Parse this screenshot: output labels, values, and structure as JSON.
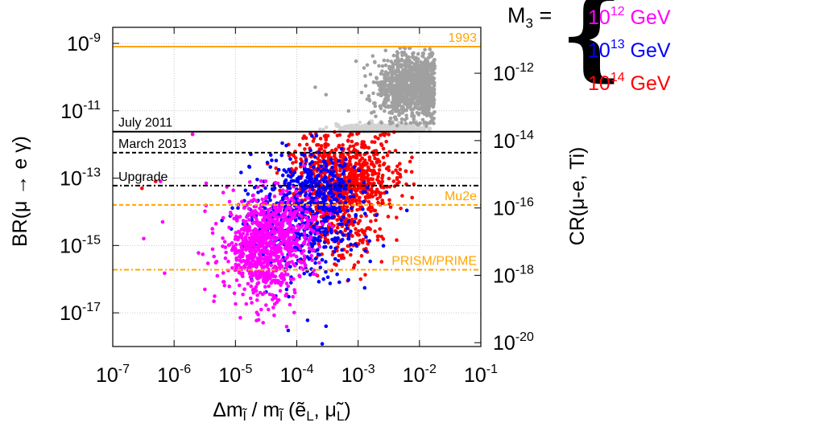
{
  "chart_data": {
    "type": "scatter",
    "xlabel": "Δm_l̃ / m_l̃ (ẽ_L, μ̃_L)",
    "ylabel": "BR(μ → e γ)",
    "ylabel_right": "CR(μ-e, Ti)",
    "x_scale": "log",
    "y_scale": "log",
    "xlim": [
      1e-07,
      0.1
    ],
    "ylim": [
      1e-18,
      3e-09
    ],
    "grid": true,
    "x_ticks": [
      {
        "base": "10",
        "exp": "-7",
        "value": 1e-07
      },
      {
        "base": "10",
        "exp": "-6",
        "value": 1e-06
      },
      {
        "base": "10",
        "exp": "-5",
        "value": 1e-05
      },
      {
        "base": "10",
        "exp": "-4",
        "value": 0.0001
      },
      {
        "base": "10",
        "exp": "-3",
        "value": 0.001
      },
      {
        "base": "10",
        "exp": "-2",
        "value": 0.01
      },
      {
        "base": "10",
        "exp": "-1",
        "value": 0.1
      }
    ],
    "y_ticks": [
      {
        "base": "10",
        "exp": "-9",
        "value": 1e-09
      },
      {
        "base": "10",
        "exp": "-11",
        "value": 1e-11
      },
      {
        "base": "10",
        "exp": "-13",
        "value": 1e-13
      },
      {
        "base": "10",
        "exp": "-15",
        "value": 1e-15
      },
      {
        "base": "10",
        "exp": "-17",
        "value": 1e-17
      }
    ],
    "y_ticks_right": [
      {
        "base": "10",
        "exp": "-12",
        "br_value": 1.3e-10
      },
      {
        "base": "10",
        "exp": "-14",
        "br_value": 1.3e-12
      },
      {
        "base": "10",
        "exp": "-16",
        "br_value": 1.3e-14
      },
      {
        "base": "10",
        "exp": "-18",
        "br_value": 1.3e-16
      },
      {
        "base": "10",
        "exp": "-20",
        "br_value": 1.3e-18
      }
    ],
    "reference_lines": [
      {
        "label": "1993",
        "y": 8e-10,
        "color": "#ffa500",
        "style": "solid",
        "label_side": "right"
      },
      {
        "label": "July 2011",
        "y": 2.4e-12,
        "color": "#000000",
        "style": "solid",
        "label_side": "left"
      },
      {
        "label": "March 2013",
        "y": 5.7e-13,
        "color": "#000000",
        "style": "dashed",
        "label_side": "left"
      },
      {
        "label": "Upgrade",
        "y": 6e-14,
        "color": "#000000",
        "style": "dashdot",
        "label_side": "left"
      },
      {
        "label": "Mu2e",
        "y": 1.6e-14,
        "color": "#ffa500",
        "style": "dashed",
        "label_side": "right"
      },
      {
        "label": "PRISM/PRIME",
        "y": 1.9e-16,
        "color": "#ffa500",
        "style": "dashdot",
        "label_side": "right"
      }
    ],
    "legend": {
      "prefix": "M",
      "prefix_sub": "3",
      "prefix_suffix": " =",
      "placement": "top-right",
      "entries": [
        {
          "base": "10",
          "exp": "12",
          "unit": " GeV",
          "color": "#ff00ff"
        },
        {
          "base": "10",
          "exp": "13",
          "unit": " GeV",
          "color": "#0000ff"
        },
        {
          "base": "10",
          "exp": "14",
          "unit": " GeV",
          "color": "#ff0000"
        }
      ]
    },
    "series": [
      {
        "color": "#ff00ff",
        "count": 900,
        "clusters": [
          {
            "logx": -4.55,
            "logy": -15.2,
            "sx": 0.32,
            "sy": 0.75,
            "w": 0.75
          },
          {
            "logx": -4.2,
            "logy": -14.3,
            "sx": 0.3,
            "sy": 0.5,
            "w": 0.25
          }
        ],
        "outliers": [
          [
            3.2e-07,
            1.6e-15
          ],
          [
            6.5e-07,
            5e-15
          ],
          [
            2.5e-06,
            6e-16
          ],
          [
            8e-06,
            2e-14
          ],
          [
            2e-06,
            2e-12
          ],
          [
            6e-07,
            8e-14
          ],
          [
            7e-07,
            1.5e-16
          ]
        ]
      },
      {
        "color": "#0000ff",
        "count": 700,
        "clusters": [
          {
            "logx": -3.9,
            "logy": -14.2,
            "sx": 0.45,
            "sy": 0.85,
            "w": 0.8
          },
          {
            "logx": -3.6,
            "logy": -13.1,
            "sx": 0.3,
            "sy": 0.5,
            "w": 0.2
          }
        ],
        "outliers": [
          [
            1.1e-05,
            1.3e-14
          ],
          [
            0.00026,
            1.2e-18
          ],
          [
            0.0003,
            4e-18
          ],
          [
            0.00015,
            6e-18
          ]
        ]
      },
      {
        "color": "#ff0000",
        "count": 900,
        "clusters": [
          {
            "logx": -3.2,
            "logy": -13.0,
            "sx": 0.42,
            "sy": 0.6,
            "w": 0.8
          },
          {
            "logx": -3.25,
            "logy": -14.5,
            "sx": 0.35,
            "sy": 0.6,
            "w": 0.2
          }
        ],
        "outliers": [
          [
            2e-06,
            2e-12
          ],
          [
            5e-07,
            8e-14
          ],
          [
            3e-07,
            5e-14
          ],
          [
            0.0011,
            1e-16
          ]
        ]
      },
      {
        "color": "#d3d3d3",
        "count": 500,
        "clusters": [
          {
            "logx": -2.6,
            "logy": -11.75,
            "sx": 0.3,
            "sy": 0.2,
            "w": 1.0
          }
        ],
        "outliers": []
      },
      {
        "color": "#a0a0a0",
        "count": 1100,
        "clusters": [
          {
            "logx": -2.1,
            "logy": -10.3,
            "sx": 0.3,
            "sy": 0.5,
            "w": 1.0
          }
        ],
        "outliers": [
          [
            0.0003,
            3e-11
          ],
          [
            0.0002,
            5e-11
          ]
        ]
      }
    ]
  }
}
